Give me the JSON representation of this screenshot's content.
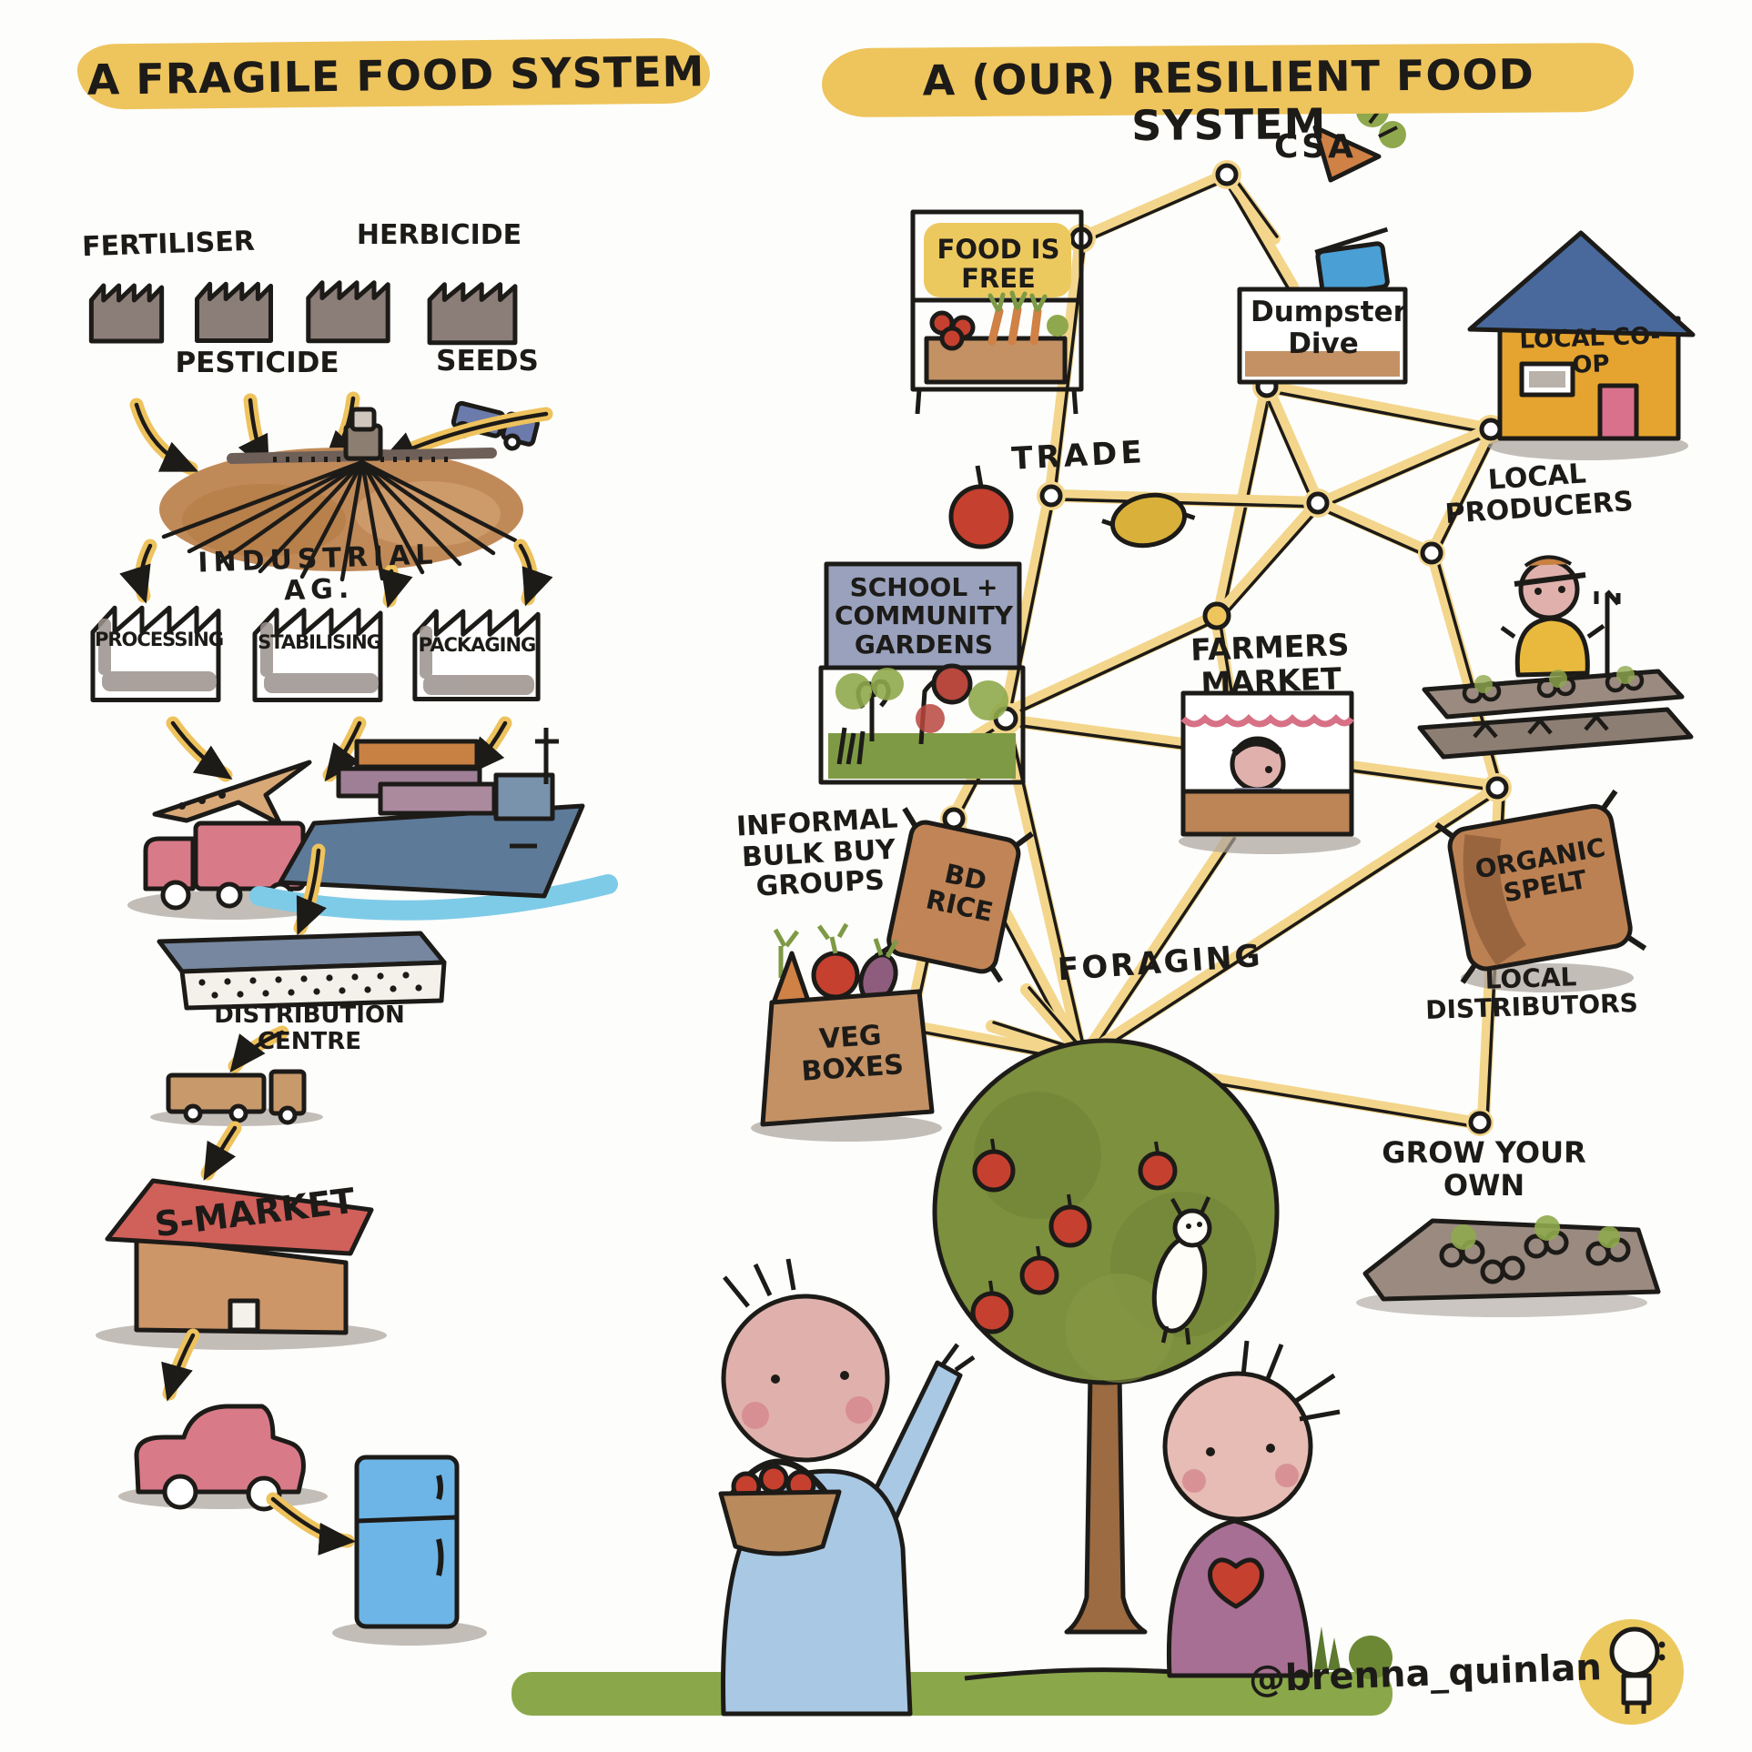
{
  "titles": {
    "left": "A FRAGILE FOOD SYSTEM",
    "right": "A (OUR) RESILIENT FOOD SYSTEM"
  },
  "fragile": {
    "fertiliser": "FERTILISER",
    "herbicide": "HERBICIDE",
    "pesticide": "PESTICIDE",
    "seeds": "SEEDS",
    "industrial_ag": "INDUSTRIAL AG.",
    "processing": "PROCESSING",
    "stabilising": "STABILISING",
    "packaging": "PACKAGING",
    "distribution_centre": "DISTRIBUTION CENTRE",
    "supermarket": "S-MARKET"
  },
  "resilient": {
    "csa": "CSA",
    "food_is_free": "FOOD IS FREE",
    "dumpster_dive": "Dumpster Dive",
    "local_coop": "LOCAL CO-OP",
    "trade": "TRADE",
    "local_producers": "LOCAL PRODUCERS",
    "school_community_gardens": "SCHOOL + COMMUNITY GARDENS",
    "farmers_market": "FARMERS MARKET",
    "informal_bulk_buy_groups": "INFORMAL BULK BUY GROUPS",
    "bd_rice": "BD RICE",
    "organic_spelt": "ORGANIC SPELT",
    "veg_boxes": "VEG BOXES",
    "foraging": "FORAGING",
    "local_distributors": "LOCAL DISTRIBUTORS",
    "grow_your_own": "GROW YOUR OWN"
  },
  "signature": "@brenna_quinlan",
  "colors": {
    "highlight_yellow": "#eec45c",
    "network_yellow": "#f3d68c",
    "ink": "#1d1b18",
    "factory_grey": "#8b7d78",
    "field_brown": "#c08a58",
    "truck_pink": "#d97a88",
    "ship_blue": "#5d7a99",
    "water_blue": "#7ecbe8",
    "fridge_blue": "#6db5e6",
    "market_tan": "#cd9668",
    "roof_red": "#d0605a",
    "coop_roof_blue": "#49699c",
    "coop_body_orange": "#e5a42f",
    "sign_blue_grey": "#99a1bc",
    "tree_green": "#7d903e",
    "grass_green": "#8aa84a",
    "apple_red": "#c6402f",
    "skin_pink": "#e0b1ac",
    "shirt_blue": "#a8c8e4",
    "child_mauve": "#a76f93"
  }
}
